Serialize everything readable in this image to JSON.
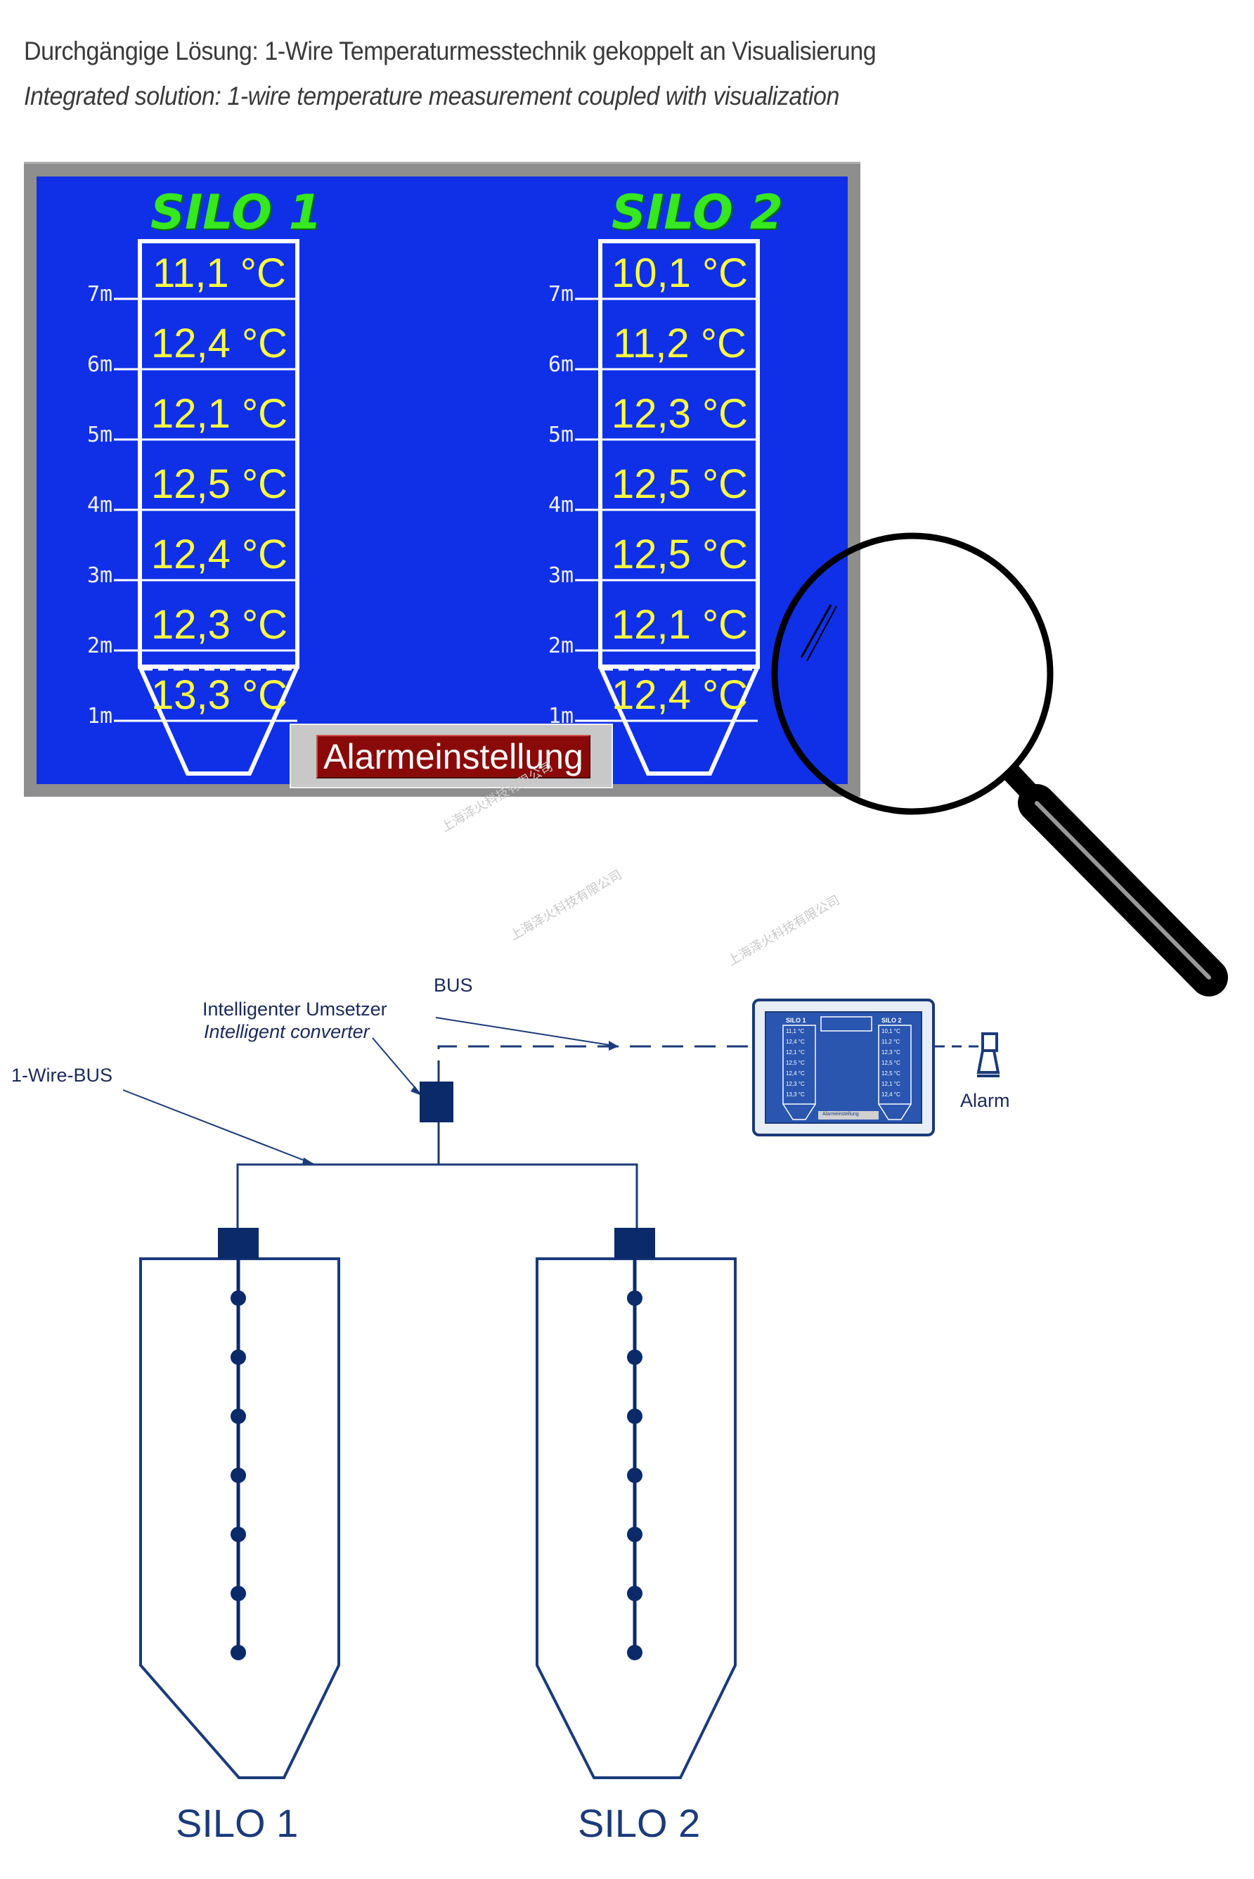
{
  "heading": {
    "de": "Durchgängige Lösung: 1-Wire Temperaturmesstechnik gekoppelt an Visualisierung",
    "en": "Integrated solution: 1-wire temperature measurement coupled with visualization"
  },
  "hmi": {
    "silo1": {
      "title": "SILO 1",
      "levels": [
        "7m",
        "6m",
        "5m",
        "4m",
        "3m",
        "2m",
        "1m"
      ],
      "temps": [
        "11,1 °C",
        "12,4 °C",
        "12,1 °C",
        "12,5 °C",
        "12,4 °C",
        "12,3 °C",
        "13,3 °C"
      ]
    },
    "silo2": {
      "title": "SILO 2",
      "levels": [
        "7m",
        "6m",
        "5m",
        "4m",
        "3m",
        "2m",
        "1m"
      ],
      "temps": [
        "10,1 °C",
        "11,2 °C",
        "12,3 °C",
        "12,5 °C",
        "12,5 °C",
        "12,1 °C",
        "12,4 °C"
      ]
    },
    "alarm_button": "Alarmeinstellung",
    "colors": {
      "screen": "#1030e8",
      "silo_title": "#35e81f",
      "temperature": "#ffff40",
      "button": "#8a0a0a"
    }
  },
  "diagram": {
    "bus_label": "BUS",
    "converter_label_de": "Intelligenter Umsetzer",
    "converter_label_en": "Intelligent converter",
    "onewire_label": "1-Wire-BUS",
    "alarm_label": "Alarm",
    "silo1_label": "SILO 1",
    "silo2_label": "SILO 2",
    "mini_panel": {
      "silo1_title": "SILO 1",
      "silo2_title": "SILO 2",
      "silo1_temps": [
        "11,1 °C",
        "12,4 °C",
        "12,1 °C",
        "12,5 °C",
        "12,4 °C",
        "12,3 °C",
        "13,3 °C"
      ],
      "silo2_temps": [
        "10,1 °C",
        "11,2 °C",
        "12,3 °C",
        "12,5 °C",
        "12,5 °C",
        "12,1 °C",
        "12,4 °C"
      ],
      "alarm_button": "Alarmeinstellung"
    },
    "line_color": "#1a3a7a",
    "sensor_color": "#0a2a6a"
  },
  "watermark": "上海泽火科技有限公司"
}
